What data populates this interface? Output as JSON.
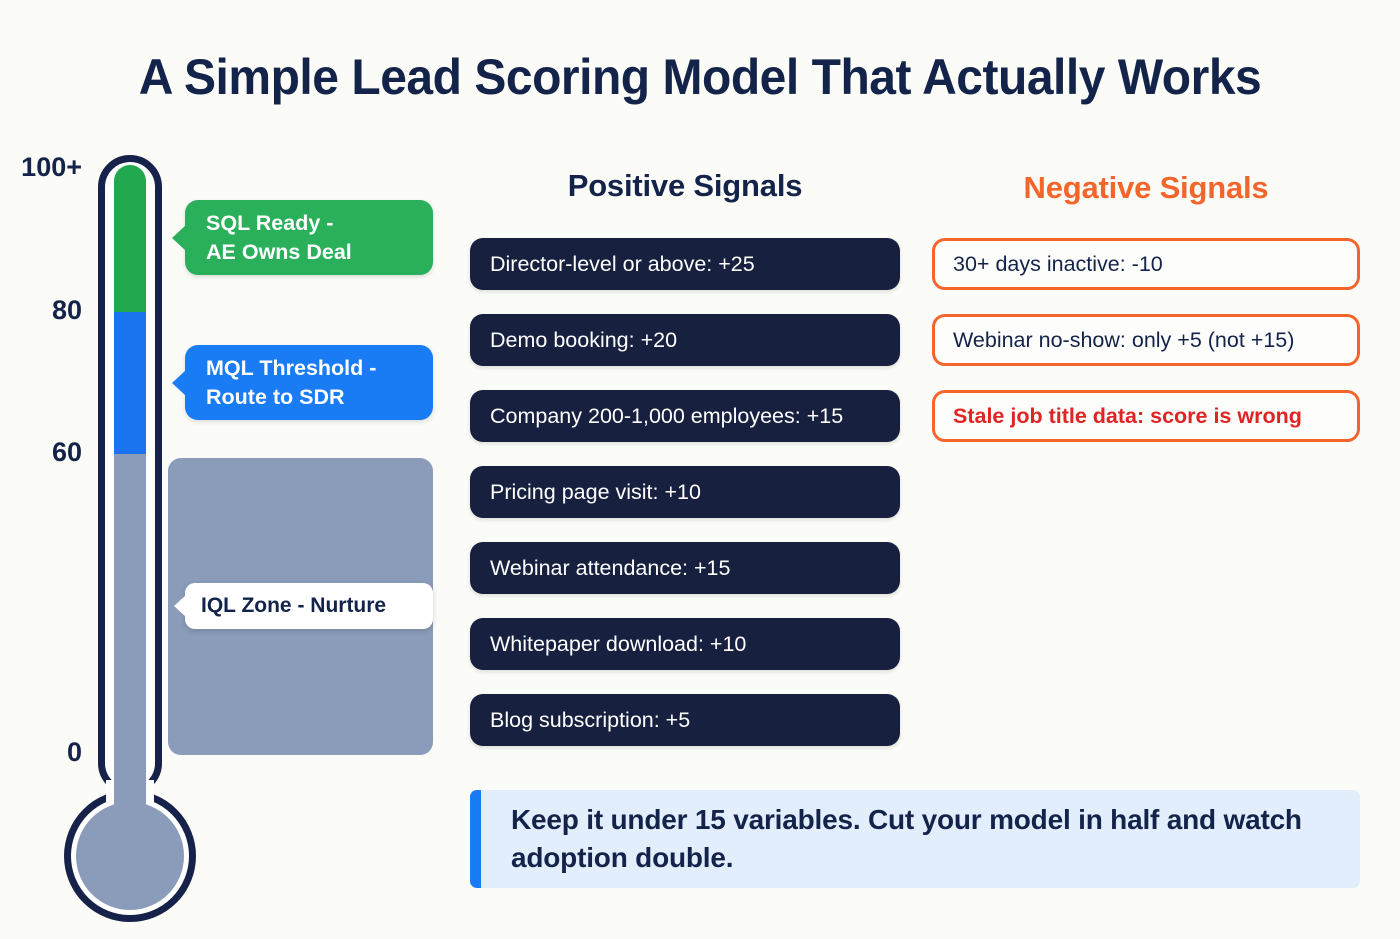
{
  "title": "A Simple Lead Scoring Model That Actually Works",
  "colors": {
    "background": "#fbfbf7",
    "navy": "#13234a",
    "pill_navy": "#17213f",
    "green": "#2ab05a",
    "blue": "#1a7cf5",
    "gray": "#8b9cba",
    "orange": "#f4652b",
    "red": "#e02424",
    "note_bg": "#e3eefc"
  },
  "thermometer": {
    "scale_labels": [
      {
        "text": "100+",
        "value": 100
      },
      {
        "text": "80",
        "value": 80
      },
      {
        "text": "60",
        "value": 60
      },
      {
        "text": "0",
        "value": 0
      }
    ],
    "zones": [
      {
        "name": "sql-ready",
        "label": "SQL Ready -\nAE Owns Deal",
        "color": "#2ab05a",
        "range": [
          80,
          100
        ]
      },
      {
        "name": "mql-threshold",
        "label": "MQL Threshold -\nRoute to SDR",
        "color": "#1a7cf5",
        "range": [
          60,
          80
        ]
      },
      {
        "name": "iql-zone",
        "label": "IQL Zone - Nurture",
        "color": "#8b9cba",
        "range": [
          0,
          60
        ]
      }
    ]
  },
  "positive": {
    "heading": "Positive Signals",
    "items": [
      {
        "label": "Director-level or above: +25",
        "points": 25
      },
      {
        "label": "Demo booking: +20",
        "points": 20
      },
      {
        "label": "Company 200-1,000 employees: +15",
        "points": 15
      },
      {
        "label": "Pricing page visit: +10",
        "points": 10
      },
      {
        "label": "Webinar attendance: +15",
        "points": 15
      },
      {
        "label": "Whitepaper download: +10",
        "points": 10
      },
      {
        "label": "Blog subscription: +5",
        "points": 5
      }
    ]
  },
  "negative": {
    "heading": "Negative Signals",
    "items": [
      {
        "label": "30+ days inactive: -10",
        "points": -10,
        "alert": false
      },
      {
        "label": "Webinar no-show: only +5 (not +15)",
        "points": 5,
        "alert": false
      },
      {
        "label": "Stale job title data: score is wrong",
        "points": null,
        "alert": true
      }
    ]
  },
  "note": {
    "text": "Keep it under 15 variables. Cut your model in half and watch adoption double."
  }
}
